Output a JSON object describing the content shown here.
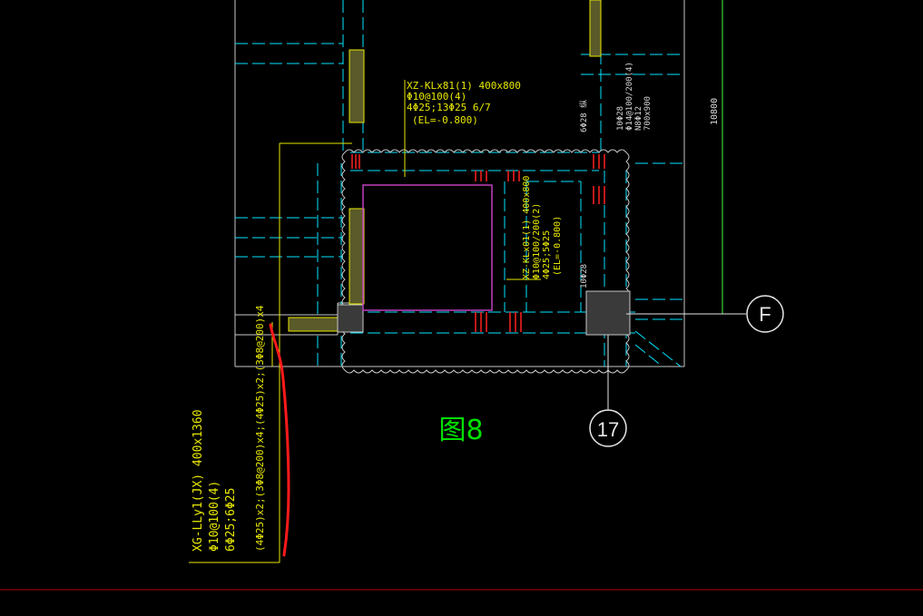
{
  "colors": {
    "background": "#000000",
    "structure": "#c8c8c8",
    "dashed": "#00e5ff",
    "annotation": "#e8e800",
    "rebar": "#ff2020",
    "opening": "#c040c0",
    "figure_label": "#00e000",
    "axis_line": "#40ff40",
    "markup": "#ff1a1a",
    "baseline": "#b40000"
  },
  "beam_top": {
    "line1": "XZ-KLx81(1) 400x800",
    "line2": "Φ10@100(4)",
    "line3": "4Φ25;13Φ25 6/7",
    "line4": "(EL=-0.800)"
  },
  "beam_right": {
    "line1": "XZ-KLx01(1) 400x800",
    "line2": "Φ10@100/200(2)",
    "line3": "4Φ25;5Φ25",
    "line4": "(EL=-0.800)"
  },
  "beam_far_right": {
    "line1": "10Φ28",
    "line2": "Φ14@100/200(4)",
    "line3": "N8Φ12",
    "line4": "700x900"
  },
  "column_label_top": "6Φ28 纵",
  "column_label_mid": "10Φ28",
  "dimension_text": "10800",
  "beam_bottom_left": {
    "line1": "XG-LLy1(JX) 400x1360",
    "line2": "Φ10@100(4)",
    "line3": "6Φ25;6Φ25",
    "line4": "(4Φ25)x2;(3Φ8@200)x4;(4Φ25)x2;(3Φ8@200)x4"
  },
  "figure_label": "图8",
  "axis_f": "F",
  "axis_17": "17"
}
